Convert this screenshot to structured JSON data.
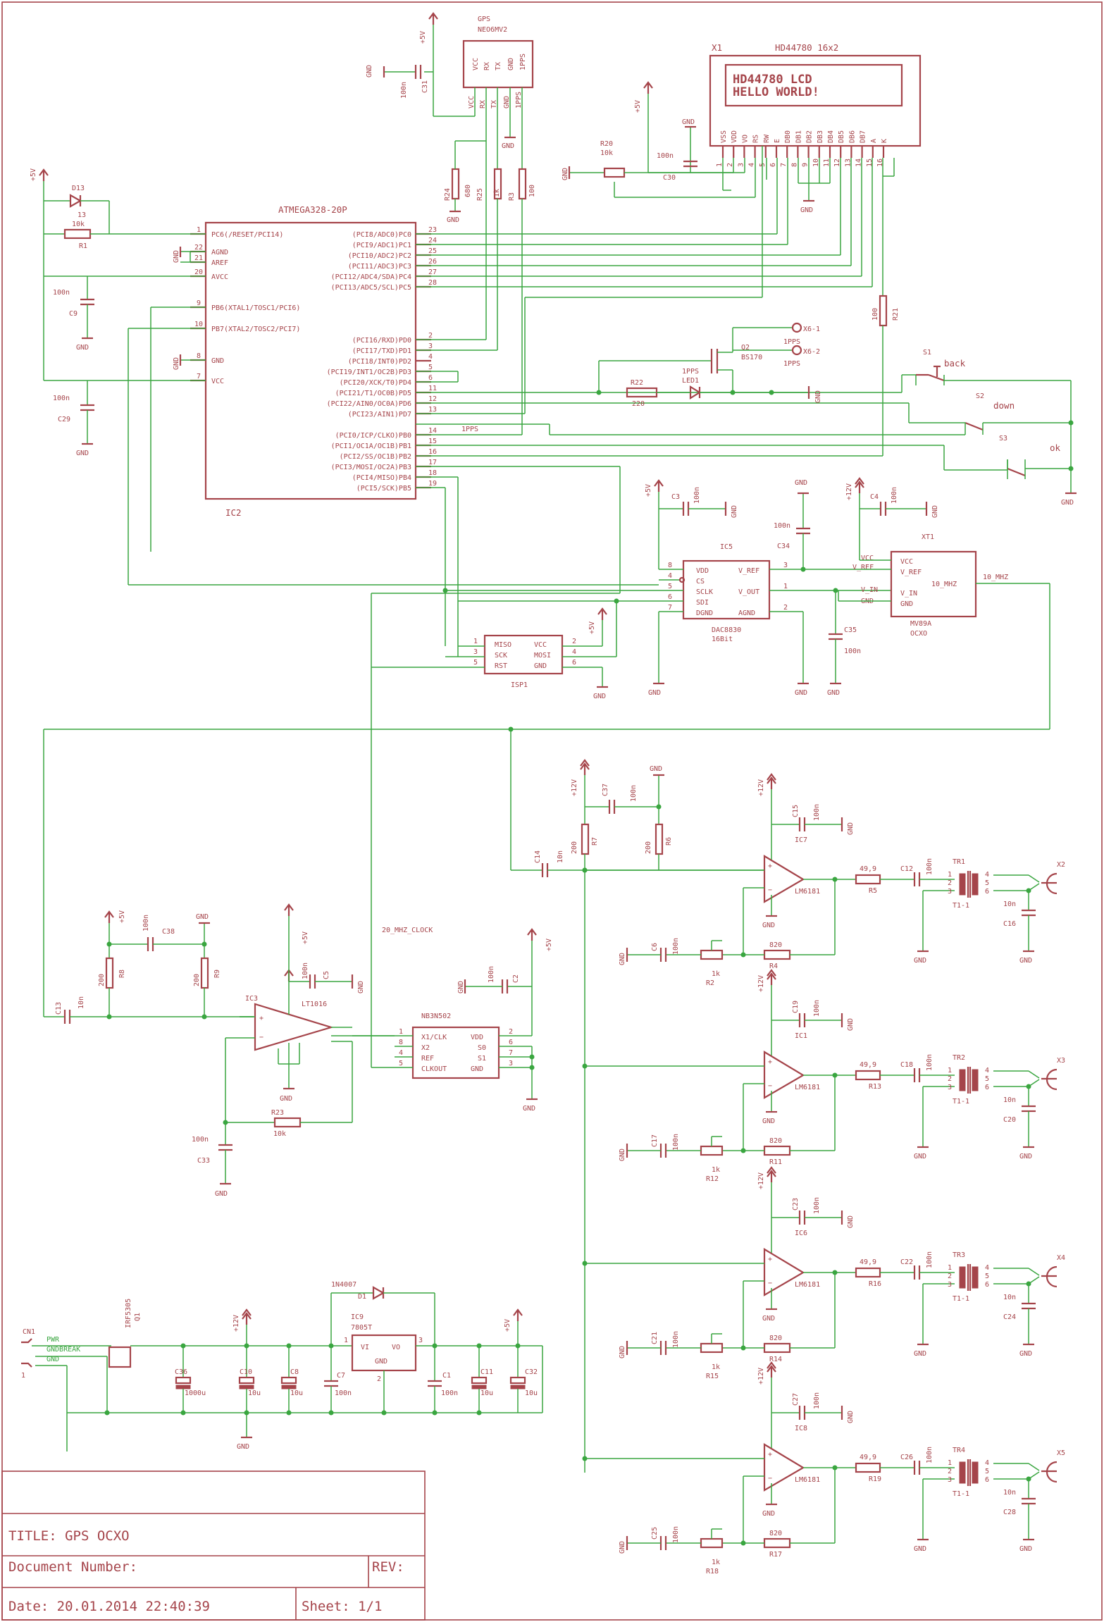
{
  "title_block": {
    "title": "TITLE:  GPS OCXO",
    "document_number": "Document Number:",
    "rev": "REV:",
    "date": "Date: 20.01.2014 22:40:39",
    "sheet": "Sheet: 1/1"
  },
  "gps": {
    "name": "GPS",
    "part": "NEO6MV2",
    "pins": [
      "VCC",
      "RX",
      "TX",
      "GND",
      "1PPS"
    ],
    "pins_out": [
      "VCC",
      "RX",
      "TX",
      "GND",
      "1PPS"
    ],
    "cap": "C31",
    "cap_value": "100n",
    "supply": "+5V"
  },
  "lcd": {
    "ref": "X1",
    "part": "HD44780 16x2",
    "line1": "HD44780 LCD",
    "line2": "HELLO WORLD!",
    "pins": [
      "VSS",
      "VDD",
      "VO",
      "RS",
      "RW",
      "E",
      "DB0",
      "DB1",
      "DB2",
      "DB3",
      "DB4",
      "DB5",
      "DB6",
      "DB7",
      "A",
      "K"
    ],
    "pin_numbers": [
      "1",
      "2",
      "3",
      "4",
      "5",
      "6",
      "7",
      "8",
      "9",
      "10",
      "11",
      "12",
      "13",
      "14",
      "15",
      "16"
    ]
  },
  "mcu": {
    "name": "ATMEGA328-20P",
    "ref": "IC2",
    "left_pins": [
      [
        "1",
        "PC6(/RESET/PCI14)"
      ],
      [
        "22",
        "AGND"
      ],
      [
        "21",
        "AREF"
      ],
      [
        "20",
        "AVCC"
      ],
      [
        "9",
        "PB6(XTAL1/TOSC1/PCI6)"
      ],
      [
        "10",
        "PB7(XTAL2/TOSC2/PCI7)"
      ],
      [
        "8",
        "GND"
      ],
      [
        "7",
        "VCC"
      ]
    ],
    "right_pins": [
      [
        "23",
        "(PCI8/ADC0)PC0"
      ],
      [
        "24",
        "(PCI9/ADC1)PC1"
      ],
      [
        "25",
        "(PCI10/ADC2)PC2"
      ],
      [
        "26",
        "(PCI11/ADC3)PC3"
      ],
      [
        "27",
        "(PCI12/ADC4/SDA)PC4"
      ],
      [
        "28",
        "(PCI13/ADC5/SCL)PC5"
      ],
      [
        "2",
        "(PCI16/RXD)PD0"
      ],
      [
        "3",
        "(PCI17/TXD)PD1"
      ],
      [
        "4",
        "(PCI18/INT0)PD2"
      ],
      [
        "5",
        "(PCI19/INT1/OC2B)PD3"
      ],
      [
        "6",
        "(PCI20/XCK/T0)PD4"
      ],
      [
        "11",
        "(PCI21/T1/OC0B)PD5"
      ],
      [
        "12",
        "(PCI22/AIN0/OC0A)PD6"
      ],
      [
        "13",
        "(PCI23/AIN1)PD7"
      ],
      [
        "14",
        "(PCI0/ICP/CLKO)PB0"
      ],
      [
        "15",
        "(PCI1/OC1A/OC1B)PB1"
      ],
      [
        "16",
        "(PCI2/SS/OC1B)PB2"
      ],
      [
        "17",
        "(PCI3/MOSI/OC2A)PB3"
      ],
      [
        "18",
        "(PCI4/MISO)PB4"
      ],
      [
        "19",
        "(PCI5/SCK)PB5"
      ]
    ]
  },
  "labels": {
    "gnd": "GND",
    "p5v": "+5V",
    "p12v": "+12V",
    "pps": "1PPS",
    "clk20": "20_MHZ_CLOCK",
    "mhz10": "10_MHZ",
    "r1": "R1",
    "r1v": "10k",
    "d13": "D13",
    "d13pin": "13",
    "c9": "C9",
    "c29": "C29",
    "c100n": "100n",
    "r20": "R20",
    "r20v": "10k",
    "c30": "C30",
    "r24": "R24",
    "r24v": "680",
    "r25": "R25",
    "r25v": "1k",
    "r3": "R3",
    "r3v": "100",
    "r21": "R21",
    "r21v": "100",
    "q2": "Q2",
    "q2p": "BS170",
    "x61": "X6-1",
    "x62": "X6-2",
    "r22": "R22",
    "r22v": "220",
    "led1": "LED1",
    "led_lbl": "1PPS",
    "s1": "S1",
    "s1l": "back",
    "s2": "S2",
    "s2l": "down",
    "s3": "S3",
    "s3l": "ok",
    "c3": "C3",
    "ic5": "IC5",
    "dac": "DAC8830",
    "dac_bits": "16Bit",
    "c34": "C34",
    "c4": "C4",
    "c35": "C35",
    "xt1": "XT1",
    "ocxo": "MV89A",
    "ocxo2": "OCXO",
    "isp": "ISP1",
    "c37": "C37",
    "r7": "R7",
    "r6": "R6",
    "v200": "200",
    "c14": "C14",
    "c10n": "10n",
    "c38": "C38",
    "r8": "R8",
    "r9": "R9",
    "c13": "C13",
    "ic3": "IC3",
    "lt": "LT1016",
    "c5": "C5",
    "r23": "R23",
    "r23v": "10k",
    "c33": "C33",
    "nb": "NB3N502",
    "c2": "C2",
    "q1": "Q1",
    "q1p": "IRF5305",
    "cn1": "CN1",
    "pwr": "PWR",
    "gndbreak": "GNDBREAK",
    "d1": "D1",
    "d1p": "1N4007",
    "ic9": "IC9",
    "reg": "7805T",
    "c36": "C36",
    "c36v": "1000u",
    "c10": "C10",
    "c8": "C8",
    "c7": "C7",
    "c1": "C1",
    "c11": "C11",
    "c32": "C32",
    "v10u": "10u",
    "lm": "LM6181",
    "v49": "49,9",
    "v820": "820",
    "v1k": "1k",
    "t11": "T1-1"
  },
  "drivers": [
    {
      "ic": "IC7",
      "r_out": "R5",
      "c_dc": "C12",
      "tr": "TR1",
      "x": "X2",
      "c_fb": "C16",
      "r_fb": "R4",
      "pot": "R2",
      "c_dec": "C15",
      "c_pot": "C6"
    },
    {
      "ic": "IC1",
      "r_out": "R13",
      "c_dc": "C18",
      "tr": "TR2",
      "x": "X3",
      "c_fb": "C20",
      "r_fb": "R11",
      "pot": "R12",
      "c_dec": "C19",
      "c_pot": "C17"
    },
    {
      "ic": "IC6",
      "r_out": "R16",
      "c_dc": "C22",
      "tr": "TR3",
      "x": "X4",
      "c_fb": "C24",
      "r_fb": "R14",
      "pot": "R15",
      "c_dec": "C23",
      "c_pot": "C21"
    },
    {
      "ic": "IC8",
      "r_out": "R19",
      "c_dc": "C26",
      "tr": "TR4",
      "x": "X5",
      "c_fb": "C28",
      "r_fb": "R17",
      "pot": "R18",
      "c_dec": "C27",
      "c_pot": "C25"
    }
  ]
}
